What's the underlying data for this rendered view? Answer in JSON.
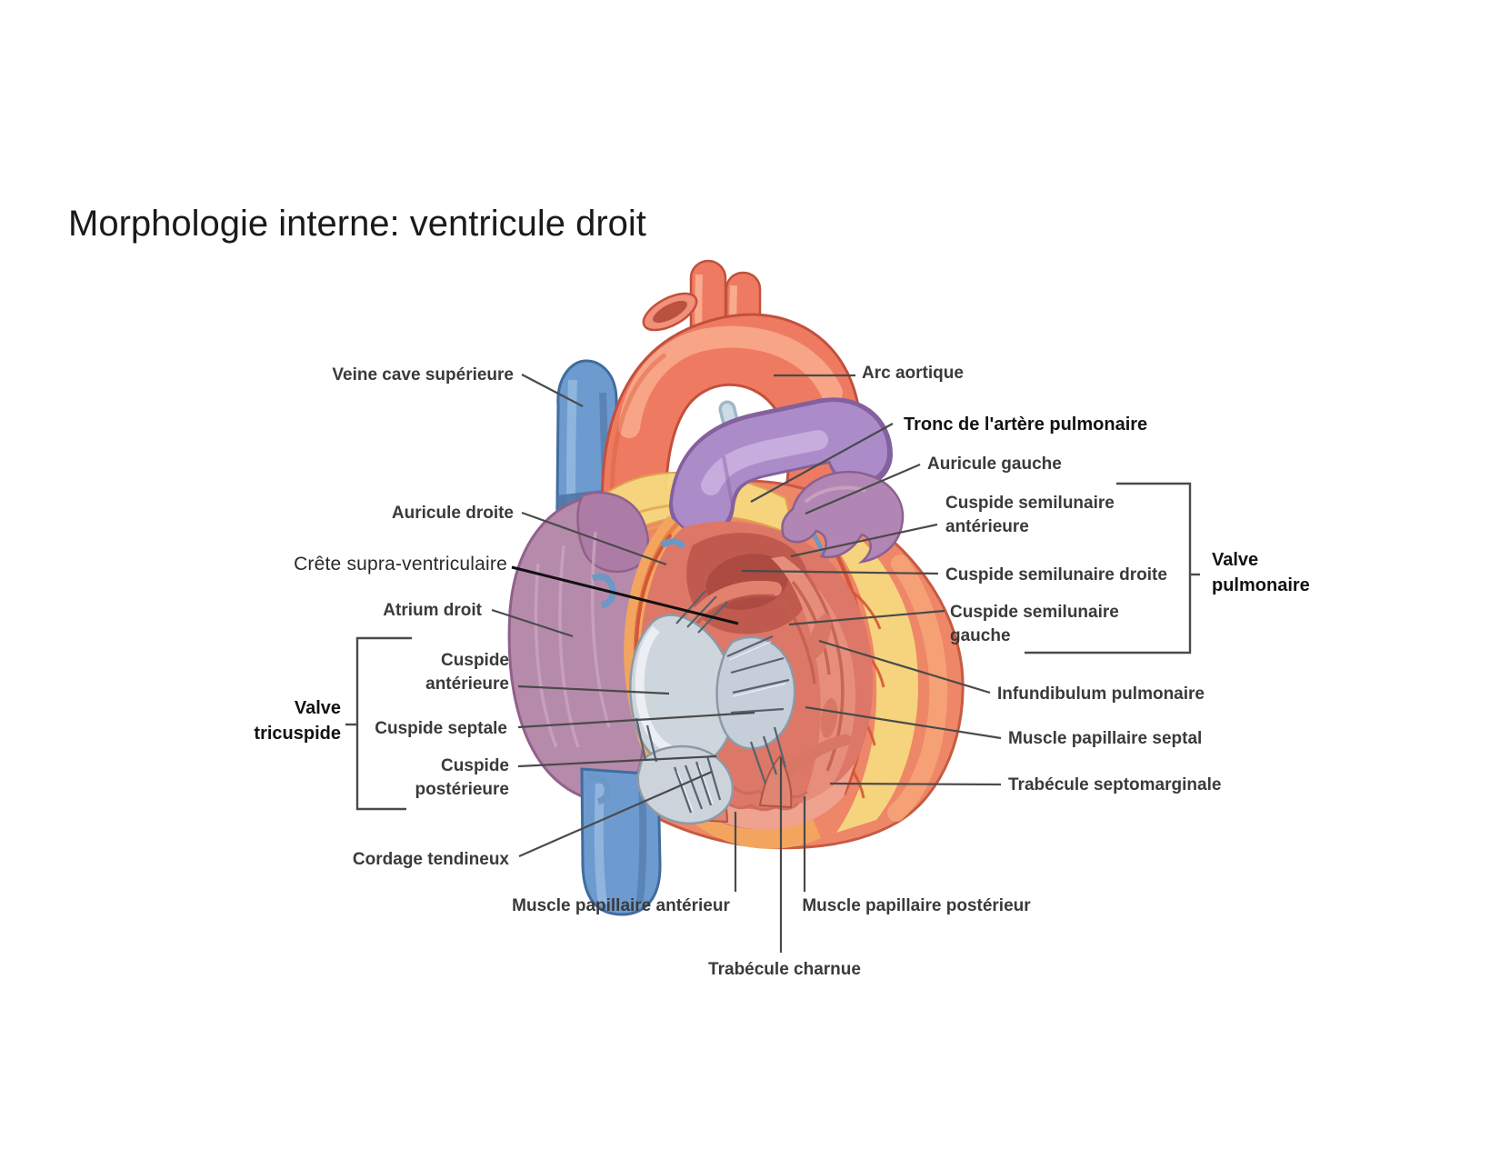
{
  "title": "Morphologie interne: ventricule droit",
  "diagram": {
    "labels": {
      "veine_cave_superieure": "Veine cave supérieure",
      "arc_aortique": "Arc aortique",
      "tronc_artere_pulmonaire": "Tronc de l'artère pulmonaire",
      "auricule_gauche": "Auricule gauche",
      "auricule_droite": "Auricule droite",
      "cuspide_semilunaire_anterieure": "Cuspide semilunaire\nantérieure",
      "crete_supra_ventriculaire": "Crête supra-ventriculaire",
      "cuspide_semilunaire_droite": "Cuspide semilunaire droite",
      "valve_pulmonaire": "Valve\npulmonaire",
      "atrium_droit": "Atrium droit",
      "cuspide_semilunaire_gauche": "Cuspide semilunaire\ngauche",
      "cuspide_anterieure": "Cuspide\nantérieure",
      "valve_tricuspide": "Valve\ntricuspide",
      "infundibulum_pulmonaire": "Infundibulum pulmonaire",
      "cuspide_septale": "Cuspide septale",
      "muscle_papillaire_septal": "Muscle papillaire septal",
      "cuspide_posterieure": "Cuspide\npostérieure",
      "trabecule_septomarginale": "Trabécule septomarginale",
      "cordage_tendineux": "Cordage tendineux",
      "muscle_papillaire_anterieur": "Muscle papillaire antérieur",
      "muscle_papillaire_posterieur": "Muscle papillaire postérieur",
      "trabecule_charnue": "Trabécule charnue"
    },
    "colors": {
      "aorta_red": "#ee7b61",
      "vena_cava_blue": "#6d9bd0",
      "pulmonary_purple": "#ab8cc9",
      "atrium_mauve": "#b68aab",
      "auricle_mauve": "#b286b4",
      "myocardium_salmon": "#ee8668",
      "epicardial_fat_yellow": "#f6d77e",
      "ventricle_interior_red": "#c05a4e",
      "valve_cusp_gray": "#ced6dd",
      "leader_line_gray": "#4a4a4a",
      "label_text": "#3a3a3a"
    }
  }
}
